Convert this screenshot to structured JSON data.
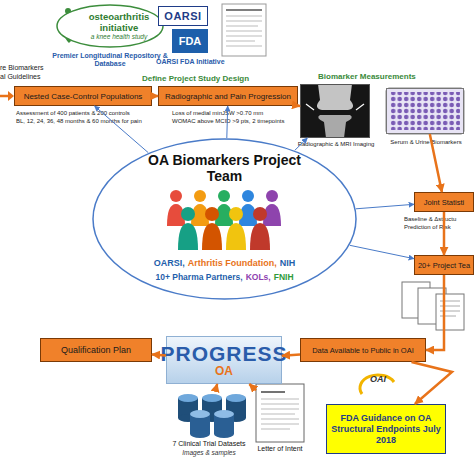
{
  "diagram": {
    "nodes": [
      {
        "text": [
          "osteoarthritis initiative",
          "a knee health study",
          "Premier Longitudinal Repository & Database"
        ]
      },
      {
        "text": [
          "OARSI"
        ]
      },
      {
        "text": [
          "FDA"
        ]
      },
      {
        "text": [
          "Nested Case-Control Populations"
        ]
      },
      {
        "text": [
          "Radiographic and Pain Progression"
        ]
      },
      {
        "text": [
          "Radiographic & MRI Imaging"
        ]
      },
      {
        "text": [
          "Serum & Urine Biomarkers"
        ]
      },
      {
        "text": [
          "OA Biomarkers Project Team",
          "OARSI,",
          "Arthritis Foundation,",
          "NIH",
          "10+ Pharma Partners,",
          "KOLs,",
          "FNIH"
        ]
      },
      {
        "text": [
          "Joint Statisti"
        ]
      },
      {
        "text": [
          "20+ Project Tea"
        ]
      },
      {
        "text": [
          "Qualification Plan"
        ]
      },
      {
        "text": [
          "PROGRESS",
          "OA"
        ]
      },
      {
        "text": [
          "Data Available to Public in OAI"
        ]
      },
      {
        "text": [
          "FDA Guidance on OA Structural Endpoints July 2018"
        ]
      },
      {
        "text": [
          "7 Clinical Trial Datasets",
          "Images & samples"
        ]
      },
      {
        "text": [
          "Letter of Intent"
        ]
      }
    ],
    "edges": [
      {
        "from": 3,
        "to": 4,
        "arrow": "to"
      },
      {
        "from": 4,
        "to": 5,
        "arrow": "to"
      },
      {
        "from": 6,
        "to": 8,
        "arrow": "to"
      },
      {
        "from": 8,
        "to": 9,
        "arrow": "to"
      },
      {
        "from": 9,
        "to": 12,
        "arrow": "to"
      },
      {
        "from": 12,
        "to": 11,
        "arrow": "to"
      },
      {
        "from": 11,
        "to": 10,
        "arrow": "to"
      },
      {
        "from": 12,
        "to": 13,
        "arrow": "to"
      },
      {
        "from": 14,
        "to": 11,
        "arrow": "to"
      },
      {
        "from": 15,
        "to": 11,
        "arrow": "to"
      },
      {
        "from": 7,
        "to": 3,
        "arrow": "to"
      },
      {
        "from": 7,
        "to": 4,
        "arrow": "to"
      },
      {
        "from": 7,
        "to": 5,
        "arrow": "to"
      },
      {
        "from": 7,
        "to": 8,
        "arrow": "to"
      },
      {
        "from": 7,
        "to": 9,
        "arrow": "to"
      }
    ],
    "labels": [
      "re Biomarkers",
      "al Guidelines",
      "OARSI FDA Initiative",
      "Define Project Study Design",
      "Assessment of 400 patients & 200 controls",
      "BL, 12, 24, 36, 48 months & 60 months for pain",
      "Loss of medial minJSW >0.70 mm",
      "WOMAC above MCID >9 pts, 2 timepoints",
      "Biomarker Measurements",
      "Baseline & Δstructu",
      "Prediction of Risk",
      "OAI"
    ]
  }
}
